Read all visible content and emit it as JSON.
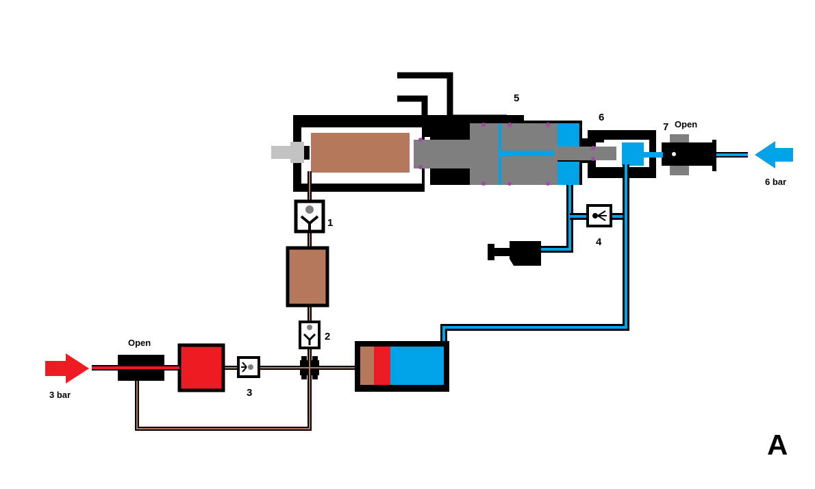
{
  "labels": {
    "n1": "1",
    "n2": "2",
    "n3": "3",
    "n4": "4",
    "n5": "5",
    "n6": "6",
    "n7": "7",
    "open_left": "Open",
    "open_right": "Open",
    "pressure_left": "3 bar",
    "pressure_right": "6 bar",
    "corner_letter": "A"
  },
  "colors": {
    "black": "#000000",
    "brown": "#b5785a",
    "blue": "#00a2e8",
    "red": "#ed1c24",
    "gray": "#7f7f7f",
    "lightgray": "#c3c3c3",
    "purple": "#a349a4",
    "white": "#ffffff"
  }
}
